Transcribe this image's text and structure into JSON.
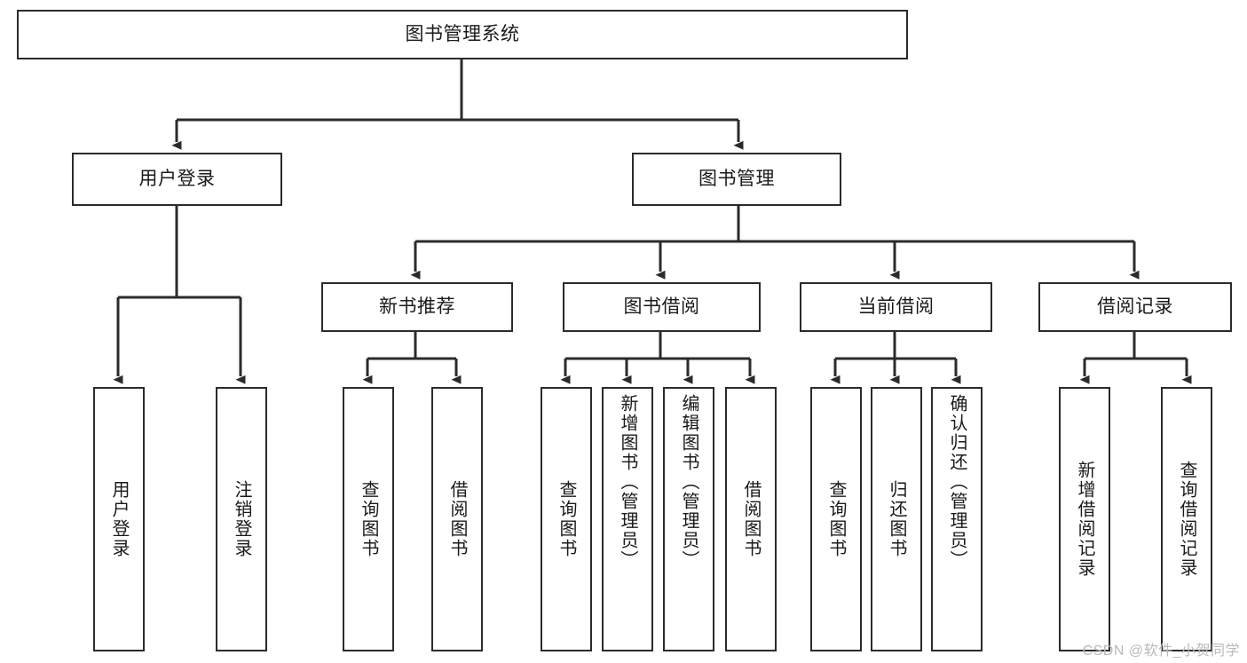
{
  "diagram": {
    "title": "图书管理系统",
    "type": "hierarchy-tree",
    "root": {
      "id": "root",
      "label": "图书管理系统",
      "orientation": "horizontal"
    },
    "level2": [
      {
        "id": "user-login",
        "label": "用户登录",
        "orientation": "horizontal"
      },
      {
        "id": "book-manage",
        "label": "图书管理",
        "orientation": "horizontal"
      }
    ],
    "level3": [
      {
        "id": "new-book-recommend",
        "label": "新书推荐",
        "orientation": "horizontal",
        "parent": "book-manage"
      },
      {
        "id": "book-borrow",
        "label": "图书借阅",
        "orientation": "horizontal",
        "parent": "book-manage"
      },
      {
        "id": "current-borrow",
        "label": "当前借阅",
        "orientation": "horizontal",
        "parent": "book-manage"
      },
      {
        "id": "borrow-record",
        "label": "借阅记录",
        "orientation": "horizontal",
        "parent": "book-manage"
      }
    ],
    "leaves": {
      "user_login": [
        {
          "id": "leaf-user-login",
          "label": "用户登录"
        },
        {
          "id": "leaf-user-logout",
          "label": "注销登录"
        }
      ],
      "new_book_recommend": [
        {
          "id": "leaf-query-book-1",
          "label": "查询图书"
        },
        {
          "id": "leaf-borrow-book-1",
          "label": "借阅图书"
        }
      ],
      "book_borrow": [
        {
          "id": "leaf-query-book-2",
          "label": "查询图书"
        },
        {
          "id": "leaf-add-book",
          "label": "新增图书（管理员）"
        },
        {
          "id": "leaf-edit-book",
          "label": "编辑图书（管理员）"
        },
        {
          "id": "leaf-borrow-book-2",
          "label": "借阅图书"
        }
      ],
      "current_borrow": [
        {
          "id": "leaf-query-book-3",
          "label": "查询图书"
        },
        {
          "id": "leaf-return-book",
          "label": "归还图书"
        },
        {
          "id": "leaf-confirm-return",
          "label": "确认归还（管理员）"
        }
      ],
      "borrow_record": [
        {
          "id": "leaf-add-borrow-record",
          "label": "新增借阅记录"
        },
        {
          "id": "leaf-query-borrow-record",
          "label": "查询借阅记录"
        }
      ]
    }
  },
  "watermark": {
    "text": "CSDN @软件_小贺同学"
  },
  "colors": {
    "box_border": "#2b2b2b",
    "box_fill": "#ffffff",
    "connector": "#2b2b2b",
    "text": "#1a1a1a",
    "watermark": "#b9b9b9",
    "background": "#ffffff"
  }
}
